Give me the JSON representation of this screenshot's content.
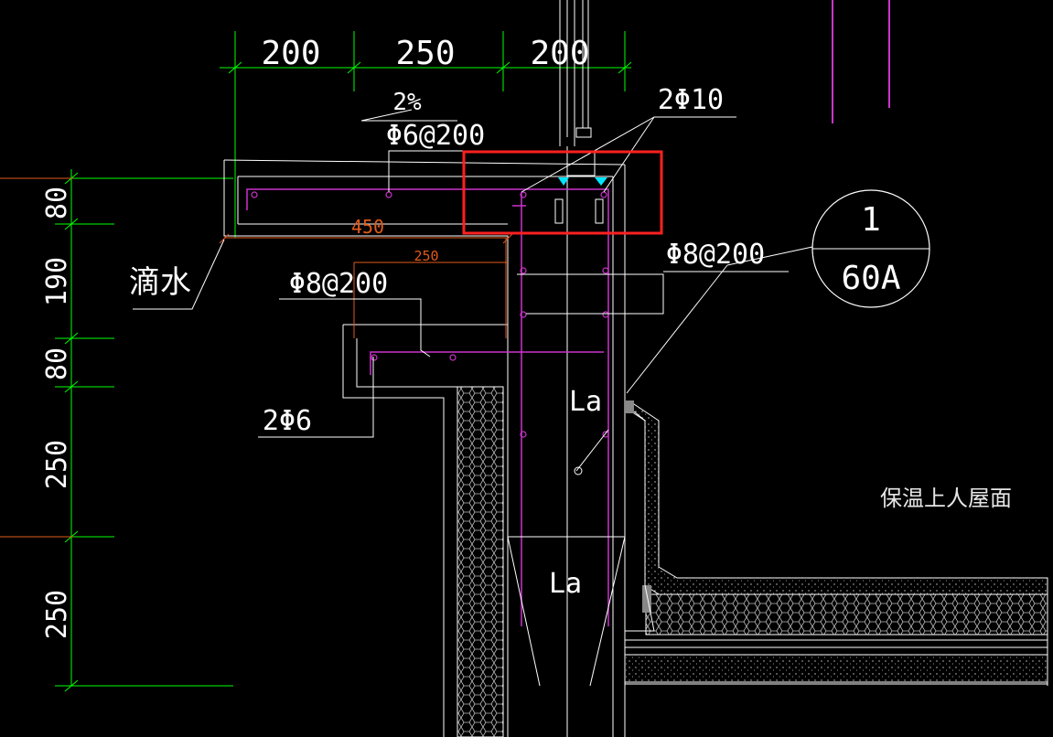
{
  "top_dimensions": [
    "200",
    "250",
    "200"
  ],
  "left_dimensions": [
    "80",
    "190",
    "80",
    "250",
    "250"
  ],
  "slope_label": "2%",
  "slab_rebar_label": "Φ6@200",
  "top_bar_label": "2Φ10",
  "overall_width": "450",
  "inner_width": "250",
  "drip_label": "滴水",
  "hoop_left_label": "Φ8@200",
  "hoop_right_label": "Φ8@200",
  "bottom_bar_label": "2Φ6",
  "anchorage_label_1": "La",
  "anchorage_label_2": "La",
  "detail_number": "1",
  "detail_sheet": "60A",
  "roof_label": "保温上人屋面",
  "colors": {
    "background": "#000000",
    "dimension_line": "#00ff00",
    "outline": "#ffffff",
    "rebar": "#cc33cc",
    "orange_dim": "#e05a1a",
    "highlight_box": "#ff2020",
    "cyan_mark": "#00e5ff"
  }
}
